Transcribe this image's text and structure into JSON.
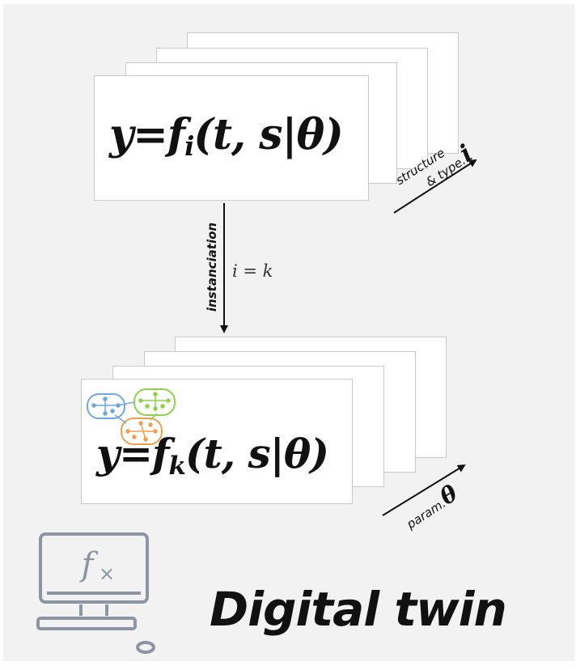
{
  "top_formula": {
    "lhs": "y",
    "eq": "=",
    "f": "f",
    "sub": "i",
    "args": "(t, s|θ)"
  },
  "bottom_formula": {
    "lhs": "y",
    "eq": "=",
    "f": "f",
    "sub": "k",
    "args": "(t, s|θ)"
  },
  "structure_label": {
    "line1": "structure",
    "line2": "& type.",
    "symbol": "i"
  },
  "param_label": {
    "text": "param.",
    "symbol": "θ"
  },
  "instanciation_label": "instanciation",
  "condition_label": "i = k",
  "title": "Digital twin",
  "icons": [
    "computer-fx-icon",
    "network-clusters-icon"
  ],
  "colors": {
    "background": "#f2f2f2",
    "monitor": "#8b95a3",
    "cluster_blue": "#6fa8dc",
    "cluster_green": "#8ed14b",
    "cluster_orange": "#f0a050"
  }
}
